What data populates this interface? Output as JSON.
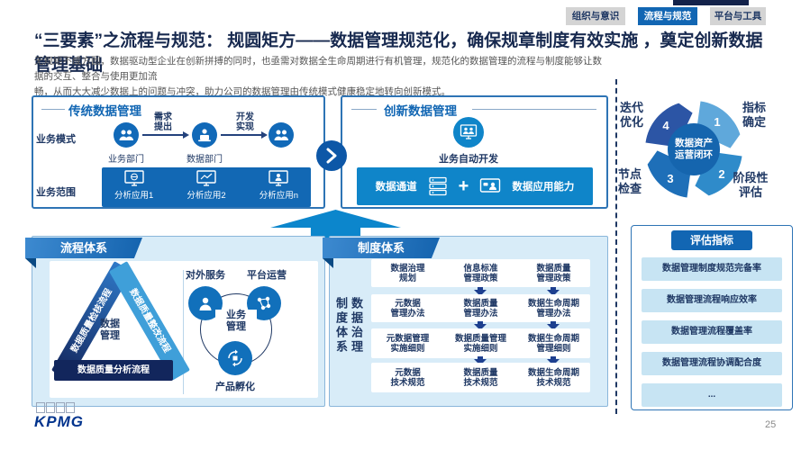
{
  "tabs": [
    {
      "label": "组织与意识",
      "active": false
    },
    {
      "label": "流程与规范",
      "active": true
    },
    {
      "label": "平台与工具",
      "active": false
    }
  ],
  "title": "“三要素”之流程与规范： 规圆矩方——数据管理规范化，确保规章制度有效实施 ，奠定创新数据管理基础",
  "intro": "无规矩不成方圆，数据驱动型企业在创新拼搏的同时，也亟需对数据全生命周期进行有机管理，规范化的数据管理的流程与制度能够让数据的交互、整合与使用更加流\n畅，从而大大减少数据上的问题与冲突，助力公司的数据管理由传统模式健康稳定地转向创新模式。",
  "traditional": {
    "title": "传统数据管理",
    "row1_label": "业务模式",
    "row2_label": "业务范围",
    "flow": {
      "node1": "业务部门",
      "arrow1": "需求\n提出",
      "node2": "数据部门",
      "arrow2": "开发\n实现"
    },
    "apps": [
      "分析应用1",
      "分析应用2",
      "分析应用n"
    ]
  },
  "innovation": {
    "title": "创新数据管理",
    "center_label": "业务自动开发",
    "bar": {
      "left": "数据通道",
      "plus": "+",
      "right": "数据应用能力"
    }
  },
  "process": {
    "header": "流程体系",
    "triangle": {
      "left_side": "数据质量检核流程",
      "right_side": "数据质量整改流程",
      "bottom_side": "数据质量分析流程",
      "center": "数据\n管理"
    },
    "circle": {
      "top_left": "对外服务",
      "top_right": "平台运营",
      "bottom": "产品孵化",
      "center": "业务\n管理"
    }
  },
  "institution": {
    "header": "制度体系",
    "vertical_label": "数据治理\n制度体系",
    "rows": [
      {
        "cells": [
          "数据治理\n规划",
          "信息标准\n管理政策",
          "数据质量\n管理政策"
        ]
      },
      {
        "cells": [
          "元数据\n管理办法",
          "数据质量\n管理办法",
          "数据生命周期\n管理办法"
        ]
      },
      {
        "cells": [
          "元数据管理\n实施细则",
          "数据质量管理\n实施细则",
          "数据生命周期\n管理细则"
        ]
      },
      {
        "cells": [
          "元数据\n技术规范",
          "数据质量\n技术规范",
          "数据生命周期\n技术规范"
        ]
      }
    ]
  },
  "loop": {
    "center": "数据资产\n运营闭环",
    "quadrants": [
      {
        "number": "1",
        "label": "指标\n确定",
        "color": "#5fa8db"
      },
      {
        "number": "2",
        "label": "阶段性\n评估",
        "color": "#2f8bca"
      },
      {
        "number": "3",
        "label": "节点\n检查",
        "color": "#1e6fb8"
      },
      {
        "number": "4",
        "label": "迭代\n优化",
        "color": "#2c55a5"
      }
    ]
  },
  "evaluation": {
    "header": "评估指标",
    "items": [
      "数据管理制度规范完备率",
      "数据管理流程响应效率",
      "数据管理流程覆盖率",
      "数据管理流程协调配合度",
      "..."
    ]
  },
  "footer": {
    "logo": "KPMG",
    "page_number": "25"
  },
  "colors": {
    "primary_blue": "#1266b3",
    "bright_blue": "#0f85c9",
    "navy_text": "#1f3864",
    "panel_light_blue": "#d8ecf8",
    "item_light_blue": "#c7e4f3",
    "dark_navy_bar": "#12265c",
    "arrow_blue": "#0c86cc"
  }
}
